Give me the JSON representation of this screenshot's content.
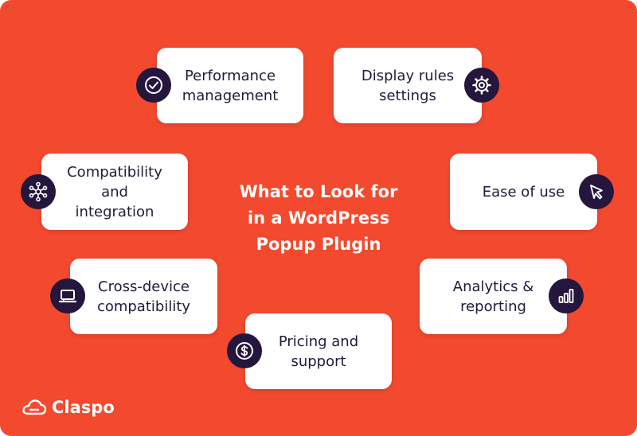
{
  "title": {
    "line1": "What to Look for",
    "line2": "in a WordPress",
    "line3": "Popup Plugin"
  },
  "cards": {
    "performance": {
      "line1": "Performance",
      "line2": "management",
      "icon": "check-circle-icon"
    },
    "display_rules": {
      "line1": "Display rules",
      "line2": "settings",
      "icon": "gear-icon"
    },
    "compatibility": {
      "line1": "Compatibility",
      "line2": "and",
      "line3": "integration",
      "icon": "network-nodes-icon"
    },
    "ease_of_use": {
      "line1": "Ease of use",
      "icon": "cursor-icon"
    },
    "cross_device": {
      "line1": "Cross-device",
      "line2": "compatibility",
      "icon": "laptop-icon"
    },
    "analytics": {
      "line1": "Analytics &",
      "line2": "reporting",
      "icon": "bar-chart-icon"
    },
    "pricing": {
      "line1": "Pricing and",
      "line2": "support",
      "icon": "dollar-coin-icon"
    }
  },
  "brand": {
    "name": "Claspo",
    "icon": "cloud-link-icon"
  },
  "colors": {
    "background": "#f2492f",
    "card": "#ffffff",
    "icon_circle": "#24163c",
    "text": "#1f1b3a"
  }
}
